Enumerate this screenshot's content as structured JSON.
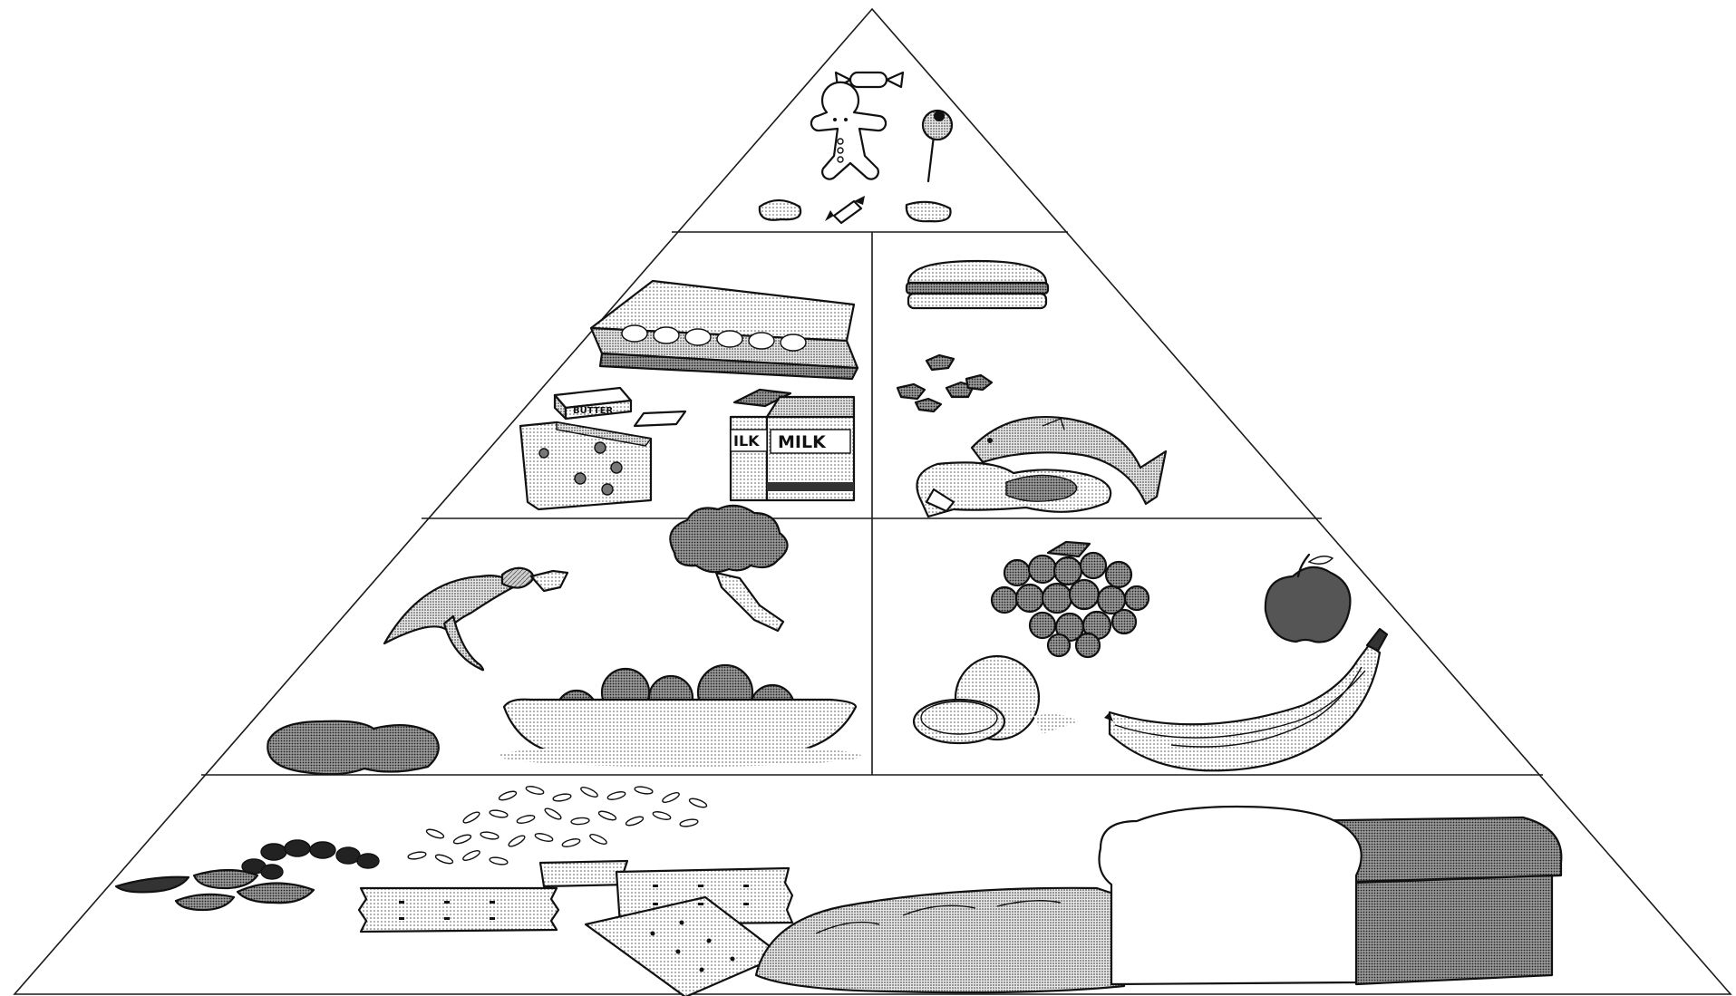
{
  "diagram": {
    "tiers": [
      {
        "id": "top",
        "items": [
          "candy",
          "gingerbread-cookie",
          "lollipop",
          "jelly-beans",
          "wrapped-candy"
        ]
      },
      {
        "id": "dairy",
        "items": [
          "egg-carton",
          "butter",
          "cheese",
          "milk-carton"
        ]
      },
      {
        "id": "protein",
        "items": [
          "hamburger",
          "nuts",
          "fish",
          "steak"
        ]
      },
      {
        "id": "vegetables",
        "items": [
          "pepper",
          "broccoli",
          "bowl-of-tomatoes",
          "potato"
        ]
      },
      {
        "id": "fruits",
        "items": [
          "grapes",
          "apple",
          "orange",
          "bananas"
        ]
      },
      {
        "id": "grains",
        "items": [
          "rice",
          "raisins",
          "crackers",
          "french-bread",
          "loaf-of-bread"
        ]
      }
    ],
    "labels": {
      "milk_front": "MILK",
      "milk_side": "ILK",
      "butter": "BUTTER"
    },
    "colors": {
      "ink": "#111111",
      "light_shade": "#d9d9d9",
      "mid_shade": "#b3b3b3",
      "dark_shade": "#6e6e6e"
    }
  }
}
